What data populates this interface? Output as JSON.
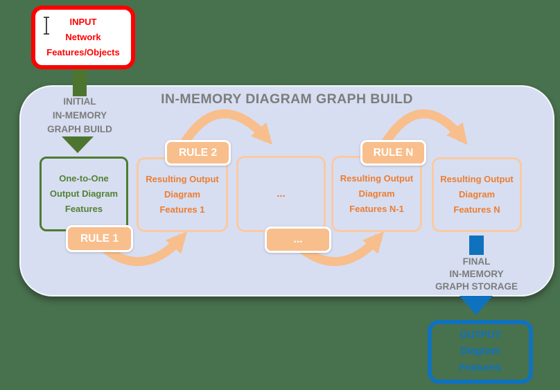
{
  "colors": {
    "background": "#48714E",
    "red": "#FF0000",
    "lavender": "#D7DEF1",
    "gray_text": "#7C7C7C",
    "green_arrow": "#4D7530",
    "green_border": "#4E7B31",
    "green_text": "#538135",
    "orange_fill": "#F8BE8C",
    "orange_border": "#FBC9A1",
    "orange_text": "#ED7D31",
    "blue": "#0F72BE",
    "white": "#FFFFFF"
  },
  "input_box": {
    "lines": [
      "INPUT",
      "Network",
      "Features/Objects"
    ]
  },
  "initial_arrow": {
    "lines": [
      "INITIAL",
      "IN-MEMORY",
      "GRAPH BUILD"
    ]
  },
  "container": {
    "title": "IN-MEMORY DIAGRAM GRAPH BUILD"
  },
  "one_to_one_box": {
    "lines": [
      "One-to-One",
      "Output Diagram",
      "Features"
    ]
  },
  "rules": {
    "rule1": "RULE 1",
    "rule2": "RULE 2",
    "ruleN": "RULE N",
    "dots": "..."
  },
  "feature_boxes": {
    "f1": [
      "Resulting Output",
      "Diagram",
      "Features 1"
    ],
    "mid": "...",
    "n1": [
      "Resulting Output",
      "Diagram",
      "Features N-1"
    ],
    "n": [
      "Resulting Output",
      "Diagram",
      "Features N"
    ]
  },
  "final_arrow": {
    "lines": [
      "FINAL",
      "IN-MEMORY",
      "GRAPH STORAGE"
    ]
  },
  "output_box": {
    "lines": [
      "OUTPUT",
      "Diagram",
      "Features"
    ]
  }
}
